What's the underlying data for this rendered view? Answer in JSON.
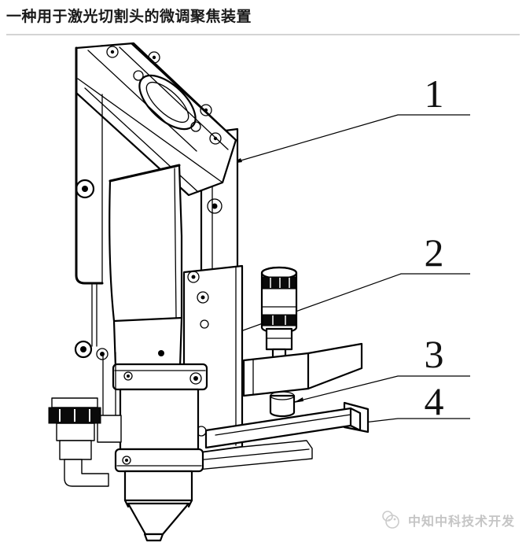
{
  "header": {
    "title": "一种用于激光切割头的微调聚焦装置",
    "separator_color": "#d4d4d4"
  },
  "figure": {
    "kind": "patent-isometric-line-drawing",
    "subject": "laser-cutting-head-fine-focus-device",
    "line_color": "#000000",
    "labels": [
      {
        "id": "1",
        "text": "1"
      },
      {
        "id": "2",
        "text": "2"
      },
      {
        "id": "3",
        "text": "3"
      },
      {
        "id": "4",
        "text": "4"
      }
    ]
  },
  "watermark": {
    "text": "中知中科技术开发",
    "color": "#c5c5c5",
    "logo_icon": "mascot-circles-icon"
  }
}
